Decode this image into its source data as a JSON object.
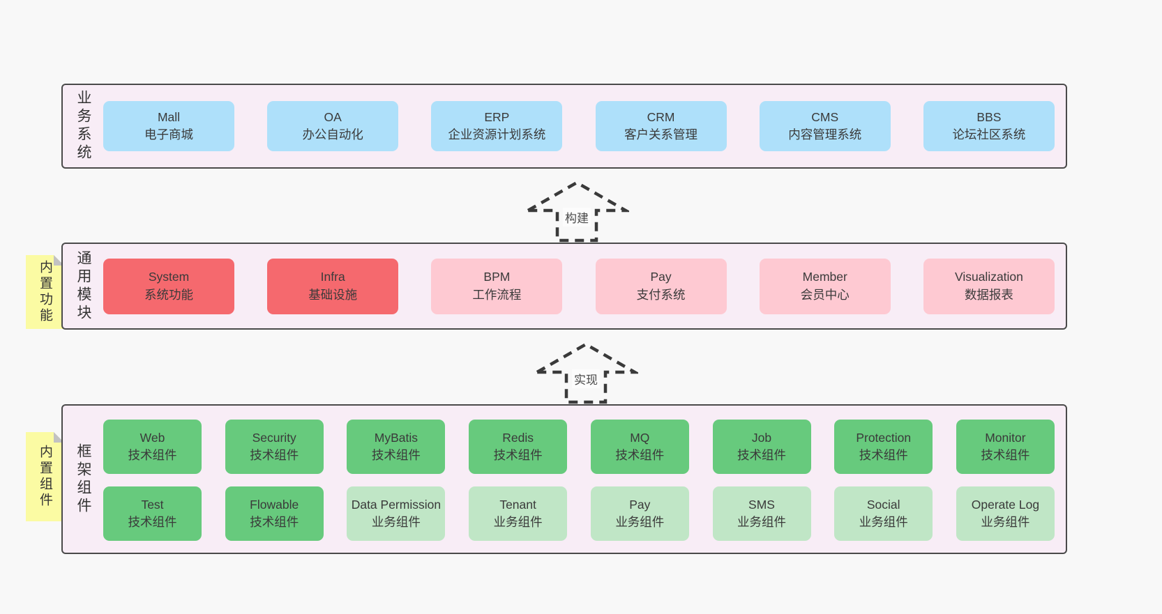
{
  "colors": {
    "page_background": "#f8f8f8",
    "band_background": "#f8edf6",
    "band_border": "#4a4a4a",
    "blue_box": "#aee0fa",
    "red_box": "#f5696e",
    "pink_box": "#fec9d2",
    "green_box": "#67ca7d",
    "lightgreen_box": "#c0e6c6",
    "sticky_note": "#fbfba3",
    "text": "#333333"
  },
  "sections": [
    {
      "id": "business-systems",
      "label": "业务系统",
      "rows": [
        [
          {
            "en": "Mall",
            "zh": "电子商城",
            "variant": "blue"
          },
          {
            "en": "OA",
            "zh": "办公自动化",
            "variant": "blue"
          },
          {
            "en": "ERP",
            "zh": "企业资源计划系统",
            "variant": "blue"
          },
          {
            "en": "CRM",
            "zh": "客户关系管理",
            "variant": "blue"
          },
          {
            "en": "CMS",
            "zh": "内容管理系统",
            "variant": "blue"
          },
          {
            "en": "BBS",
            "zh": "论坛社区系统",
            "variant": "blue"
          }
        ]
      ]
    },
    {
      "id": "common-modules",
      "label": "通用模块",
      "sticky": "内置功能",
      "rows": [
        [
          {
            "en": "System",
            "zh": "系统功能",
            "variant": "red"
          },
          {
            "en": "Infra",
            "zh": "基础设施",
            "variant": "red"
          },
          {
            "en": "BPM",
            "zh": "工作流程",
            "variant": "pink"
          },
          {
            "en": "Pay",
            "zh": "支付系统",
            "variant": "pink"
          },
          {
            "en": "Member",
            "zh": "会员中心",
            "variant": "pink"
          },
          {
            "en": "Visualization",
            "zh": "数据报表",
            "variant": "pink"
          }
        ]
      ]
    },
    {
      "id": "framework-components",
      "label": "框架组件",
      "sticky": "内置组件",
      "rows": [
        [
          {
            "en": "Web",
            "zh": "技术组件",
            "variant": "green"
          },
          {
            "en": "Security",
            "zh": "技术组件",
            "variant": "green"
          },
          {
            "en": "MyBatis",
            "zh": "技术组件",
            "variant": "green"
          },
          {
            "en": "Redis",
            "zh": "技术组件",
            "variant": "green"
          },
          {
            "en": "MQ",
            "zh": "技术组件",
            "variant": "green"
          },
          {
            "en": "Job",
            "zh": "技术组件",
            "variant": "green"
          },
          {
            "en": "Protection",
            "zh": "技术组件",
            "variant": "green"
          },
          {
            "en": "Monitor",
            "zh": "技术组件",
            "variant": "green"
          }
        ],
        [
          {
            "en": "Test",
            "zh": "技术组件",
            "variant": "green"
          },
          {
            "en": "Flowable",
            "zh": "技术组件",
            "variant": "green"
          },
          {
            "en": "Data Permission",
            "zh": "业务组件",
            "variant": "lightgreen"
          },
          {
            "en": "Tenant",
            "zh": "业务组件",
            "variant": "lightgreen"
          },
          {
            "en": "Pay",
            "zh": "业务组件",
            "variant": "lightgreen"
          },
          {
            "en": "SMS",
            "zh": "业务组件",
            "variant": "lightgreen"
          },
          {
            "en": "Social",
            "zh": "业务组件",
            "variant": "lightgreen"
          },
          {
            "en": "Operate Log",
            "zh": "业务组件",
            "variant": "lightgreen"
          }
        ]
      ]
    }
  ],
  "arrows": [
    {
      "label": "构建"
    },
    {
      "label": "实现"
    }
  ]
}
